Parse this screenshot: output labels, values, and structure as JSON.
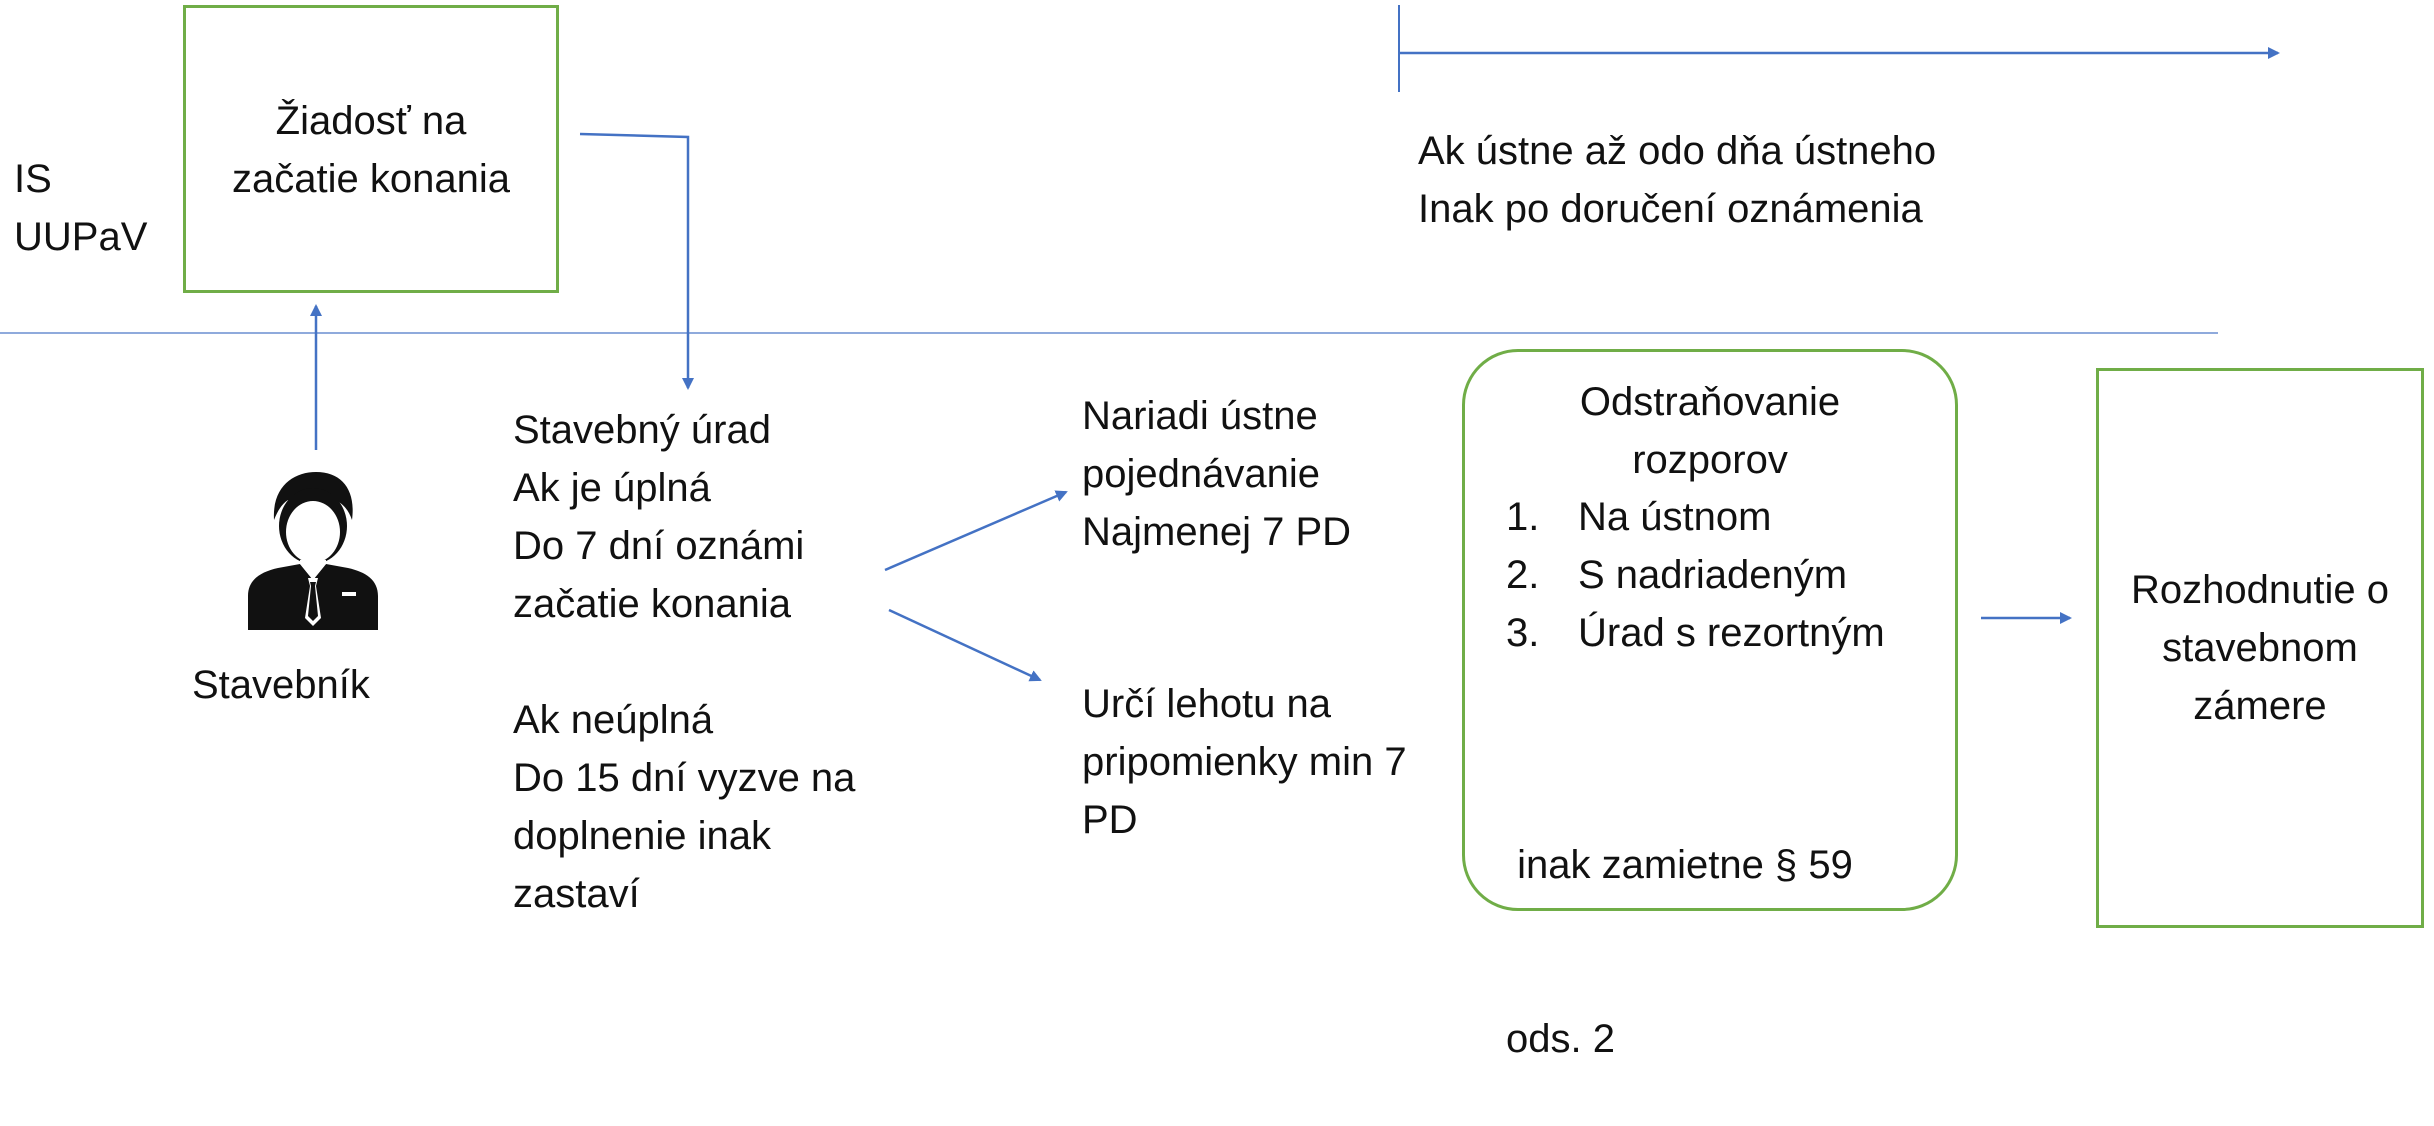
{
  "top_lane": {
    "label_line1": "IS",
    "label_line2": "UUPaV",
    "request_box": {
      "line1": "Žiadosť na",
      "line2": "začatie konania"
    },
    "deadline_note": {
      "line1": "Ak ústne až odo dňa ústneho",
      "line2": "Inak po doručení oznámenia"
    }
  },
  "applicant": {
    "icon": "businessman-icon",
    "label": "Stavebník"
  },
  "office_block": {
    "lines": [
      "Stavebný úrad",
      "Ak je úplná",
      "Do 7 dní oznámi",
      "začatie konania"
    ],
    "incomplete_lines": [
      "Ak neúplná",
      "Do 15 dní vyzve na",
      "doplnenie inak",
      "zastaví"
    ]
  },
  "oral_hearing": {
    "lines": [
      "Nariadi ústne",
      "pojednávanie",
      "Najmenej 7 PD"
    ]
  },
  "comment_deadline": {
    "lines": [
      "Určí lehotu na",
      "pripomienky min 7",
      "PD"
    ]
  },
  "disputes_box": {
    "title_line1": "Odstraňovanie",
    "title_line2": "rozporov",
    "items": [
      {
        "num": "1.",
        "text": "Na ústnom"
      },
      {
        "num": "2.",
        "text": "S nadriadeným"
      },
      {
        "num": "3.",
        "text": "Úrad s rezortným"
      }
    ],
    "footer_line1": " inak zamietne § 59",
    "footer_line2": "ods. 2"
  },
  "decision_box": {
    "line1": "Rozhodnutie o",
    "line2": "stavebnom",
    "line3": "zámere"
  },
  "colors": {
    "connector": "#4472c4",
    "box_border": "#70ad47",
    "lane_divider": "#8faadc"
  }
}
